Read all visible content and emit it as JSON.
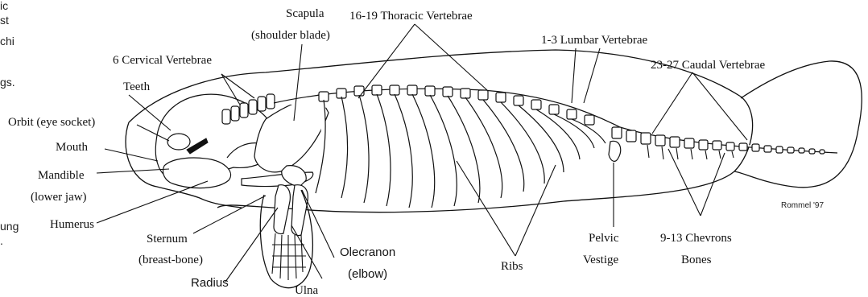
{
  "labels": {
    "scapula_line1": "Scapula",
    "scapula_line2": "(shoulder blade)",
    "thoracic": "16-19 Thoracic Vertebrae",
    "lumbar": "1-3 Lumbar Vertebrae",
    "cervical": "6 Cervical Vertebrae",
    "caudal": "23-27 Caudal Vertebrae",
    "teeth": "Teeth",
    "orbit": "Orbit (eye socket)",
    "mouth": "Mouth",
    "mandible_line1": "Mandible",
    "mandible_line2": "(lower jaw)",
    "humerus": "Humerus",
    "sternum_line1": "Sternum",
    "sternum_line2": "(breast-bone)",
    "radius": "Radius",
    "olecranon_line1": "Olecranon",
    "olecranon_line2": "(elbow)",
    "ulna": "Ulna",
    "ribs": "Ribs",
    "pelvic_line1": "Pelvic",
    "pelvic_line2": "Vestige",
    "chevrons_line1": "9-13 Chevrons",
    "chevrons_line2": "Bones"
  },
  "signature": "Rommel '97",
  "margin_fragments": [
    "ic",
    "st",
    "chi",
    "gs.",
    "ung",
    "."
  ]
}
